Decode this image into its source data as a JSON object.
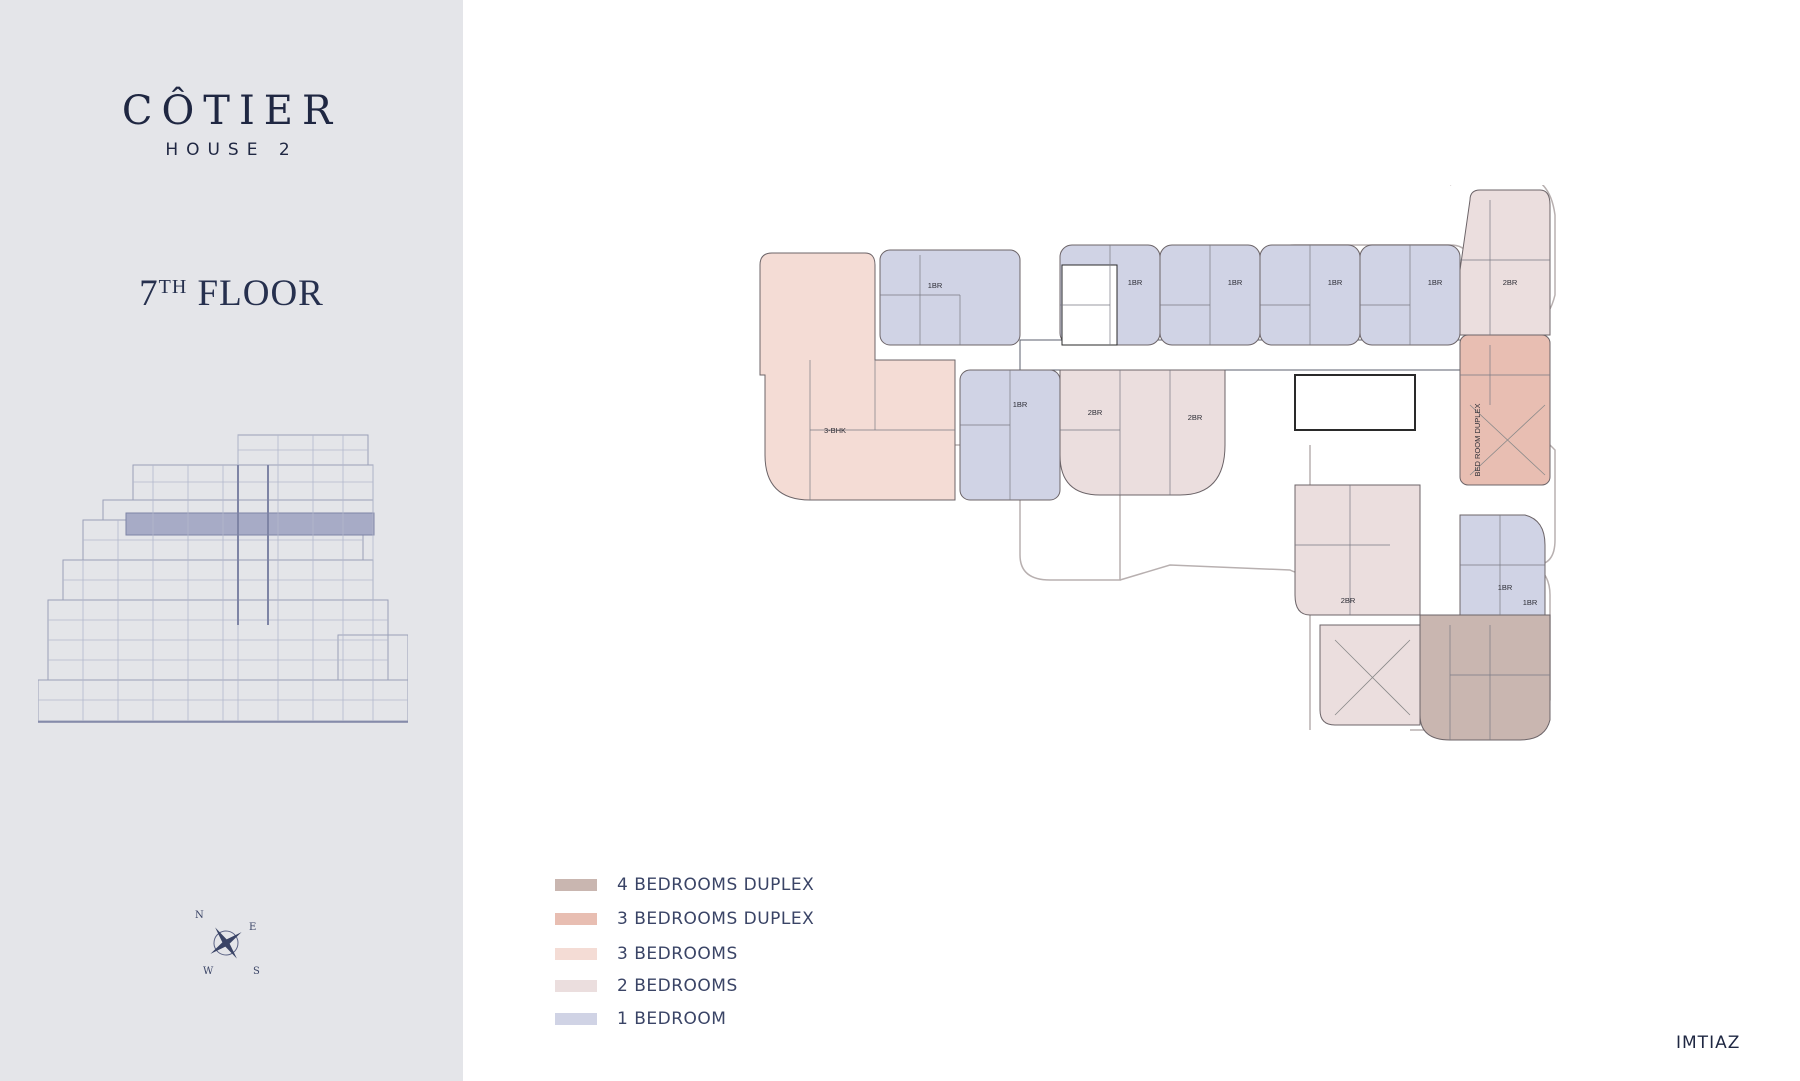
{
  "brand": {
    "name": "CÔTIER",
    "sub": "HOUSE 2"
  },
  "floor": {
    "number": "7",
    "suffix": "TH",
    "word": "FLOOR"
  },
  "compass": {
    "n": "N",
    "e": "E",
    "s": "S",
    "w": "W"
  },
  "legend": [
    {
      "label": "4 BEDROOMS DUPLEX",
      "color": "#c9b6b0"
    },
    {
      "label": "3 BEDROOMS DUPLEX",
      "color": "#e8beb2"
    },
    {
      "label": "3 BEDROOMS",
      "color": "#f4dcd5"
    },
    {
      "label": "2 BEDROOMS",
      "color": "#ebdede"
    },
    {
      "label": "1 BEDROOM",
      "color": "#d0d3e5"
    }
  ],
  "plan_labels": [
    "1BR",
    "1BR",
    "1BR",
    "1BR",
    "1BR",
    "3-BHK",
    "1BR",
    "2BR",
    "2BR",
    "2BR",
    "BED ROOM DUPLEX",
    "2BR",
    "1BR",
    "1BR"
  ],
  "logo": "IMTIAZ"
}
